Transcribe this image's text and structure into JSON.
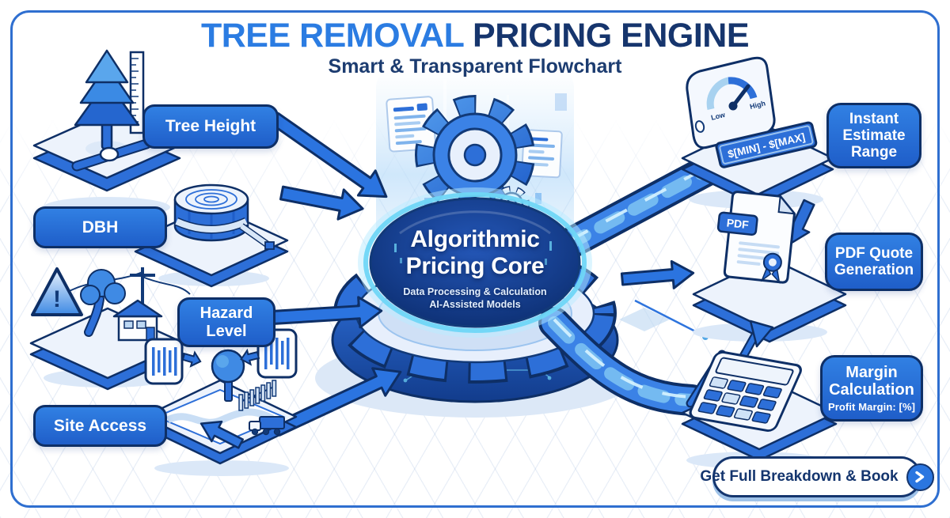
{
  "title": {
    "primary": "TREE REMOVAL",
    "secondary": " PRICING ENGINE",
    "subtitle": "Smart & Transparent Flowchart"
  },
  "inputs": {
    "tree_height": {
      "label": "Tree Height",
      "icon": "tree-ruler-slider-icon"
    },
    "dbh": {
      "label": "DBH",
      "icon": "stump-tape-measure-icon"
    },
    "hazard": {
      "label": "Hazard Level",
      "icon": "warning-tree-powerline-house-icon",
      "exclamation": "!"
    },
    "site_access": {
      "label": "Site Access",
      "icon": "map-fence-truck-icon"
    }
  },
  "core": {
    "line1": "Algorithmic",
    "line2": "Pricing Core",
    "sub1": "Data Processing & Calculation",
    "sub2": "AI-Assisted Models",
    "icon": "gear-icon"
  },
  "outputs": {
    "estimate": {
      "label": "Instant Estimate Range",
      "icon": "gauge-icon",
      "gauge_low": "Low",
      "gauge_high": "High",
      "value": "$[MIN] - $[MAX]"
    },
    "pdf": {
      "label": "PDF Quote Generation",
      "icon": "pdf-document-icon",
      "badge": "PDF"
    },
    "margin": {
      "label": "Margin Calculation",
      "sub": "Profit Margin: [%]",
      "icon": "calculator-growth-icon"
    }
  },
  "cta": {
    "label": "Get Full Breakdown & Book",
    "icon": "chevron-right-icon"
  },
  "colors": {
    "accent_blue": "#2b76e0",
    "navy": "#0e2f66",
    "title_blue": "#2b7ce2",
    "title_navy": "#16356d",
    "cyan_glow": "#6fd6f7",
    "tile_light": "#edf3fc",
    "tile_side": "#2d6fd8"
  }
}
